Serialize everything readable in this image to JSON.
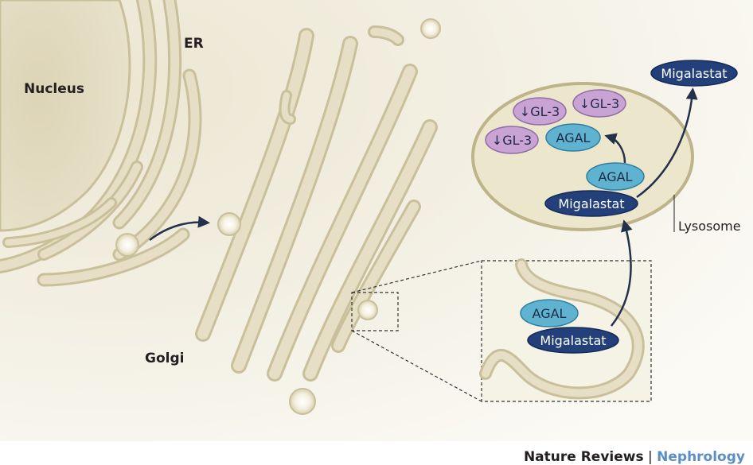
{
  "labels": {
    "er": "ER",
    "nucleus": "Nucleus",
    "golgi": "Golgi",
    "lysosome": "Lysosome"
  },
  "molecules": {
    "migalastat": "Migalastat",
    "agal": "AGAL",
    "gl3": "↓GL-3"
  },
  "footer": {
    "journal": "Nature Reviews",
    "separator": "|",
    "section": "Nephrology"
  },
  "colors": {
    "background": "#f3efe3",
    "membrane_fill": "#e6dfc6",
    "membrane_stroke": "#c9c09b",
    "migalastat": "#24407a",
    "agal": "#5fb3d1",
    "gl3": "#c9a3d4",
    "lysosome_fill": "#ece6cd",
    "lysosome_stroke": "#bdb48a",
    "arrow": "#23324a",
    "section_text": "#5b8fc2"
  }
}
